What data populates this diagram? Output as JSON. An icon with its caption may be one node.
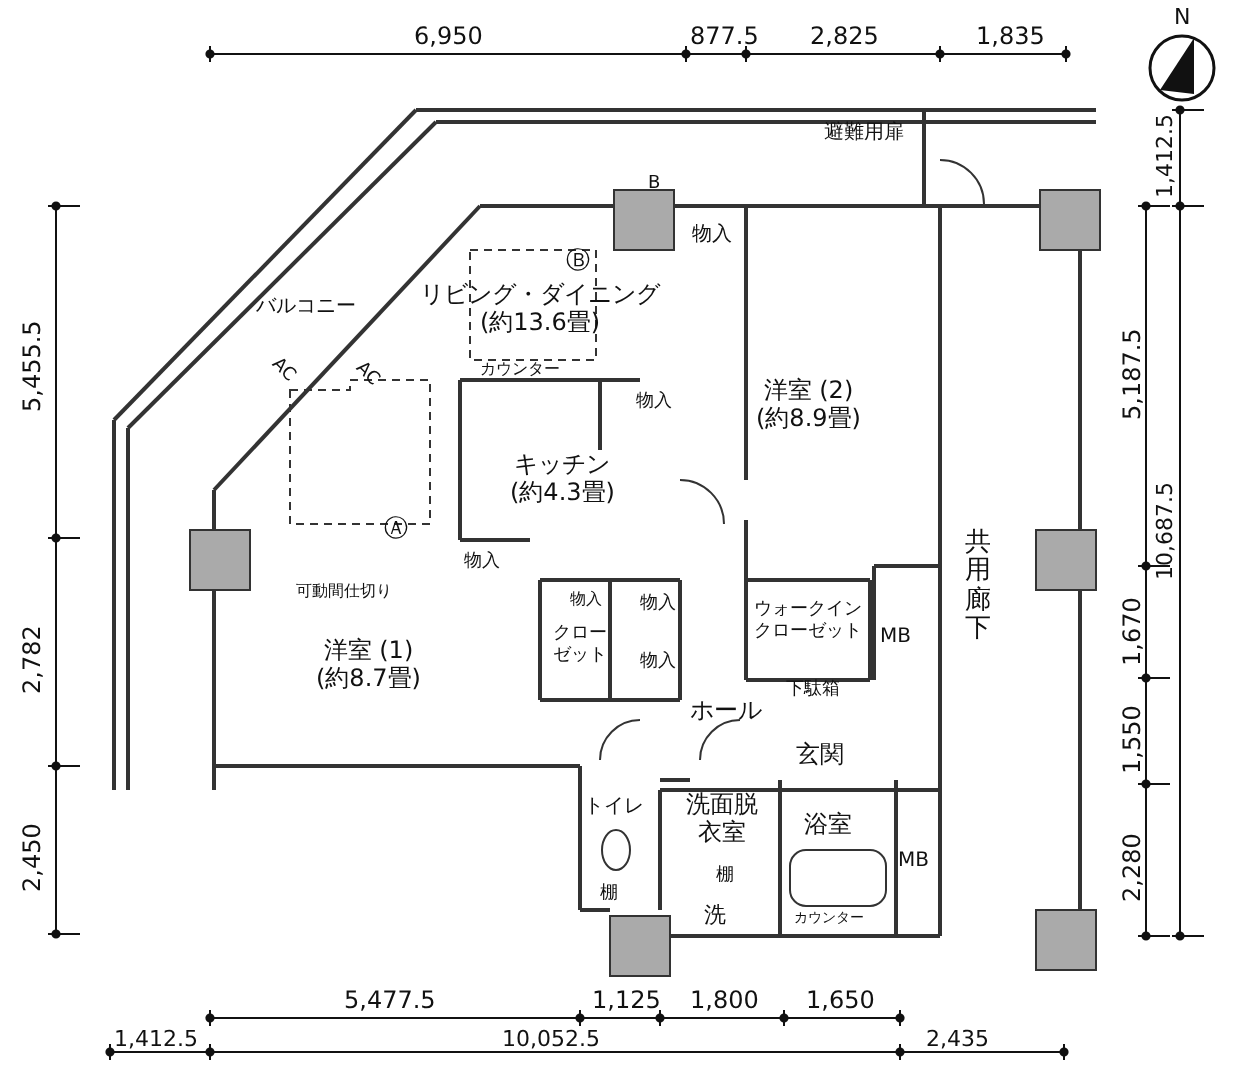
{
  "diagram": {
    "nodes": [
      {
        "text": [
          "リビング・ダイニング",
          "(約13.6畳)"
        ]
      },
      {
        "text": [
          "キッチン",
          "(約4.3畳)"
        ]
      },
      {
        "text": [
          "洋室 (2)",
          "(約8.9畳)"
        ]
      },
      {
        "text": [
          "洋室 (1)",
          "(約8.7畳)"
        ]
      },
      {
        "text": [
          "ウォークインクローゼット"
        ]
      },
      {
        "text": [
          "ホール"
        ]
      },
      {
        "text": [
          "玄関"
        ]
      },
      {
        "text": [
          "トイレ"
        ]
      },
      {
        "text": [
          "洗面脱衣室"
        ]
      },
      {
        "text": [
          "浴室"
        ]
      },
      {
        "text": [
          "MB"
        ]
      },
      {
        "text": [
          "MB"
        ]
      },
      {
        "text": [
          "バルコニー"
        ]
      },
      {
        "text": [
          "共用廊下"
        ]
      },
      {
        "text": [
          "クローゼット"
        ]
      }
    ],
    "labels": [
      "N",
      "6,950",
      "877.5",
      "2,825",
      "1,835",
      "1,412.5",
      "避難用扉",
      "B",
      "物入",
      "5,455.5",
      "Ⓑ",
      "AC",
      "AC",
      "5,187.5",
      "10,687.5",
      "カウンター",
      "物入",
      "Ⓐ",
      "物入",
      "可動間仕切り",
      "物入",
      "物入",
      "1,670",
      "物入",
      "2,782",
      "下駄箱",
      "1,550",
      "棚",
      "2,450",
      "2,280",
      "棚",
      "洗",
      "カウンター",
      "5,477.5",
      "1,125",
      "1,800",
      "1,650",
      "1,412.5",
      "10,052.5",
      "2,435"
    ]
  }
}
